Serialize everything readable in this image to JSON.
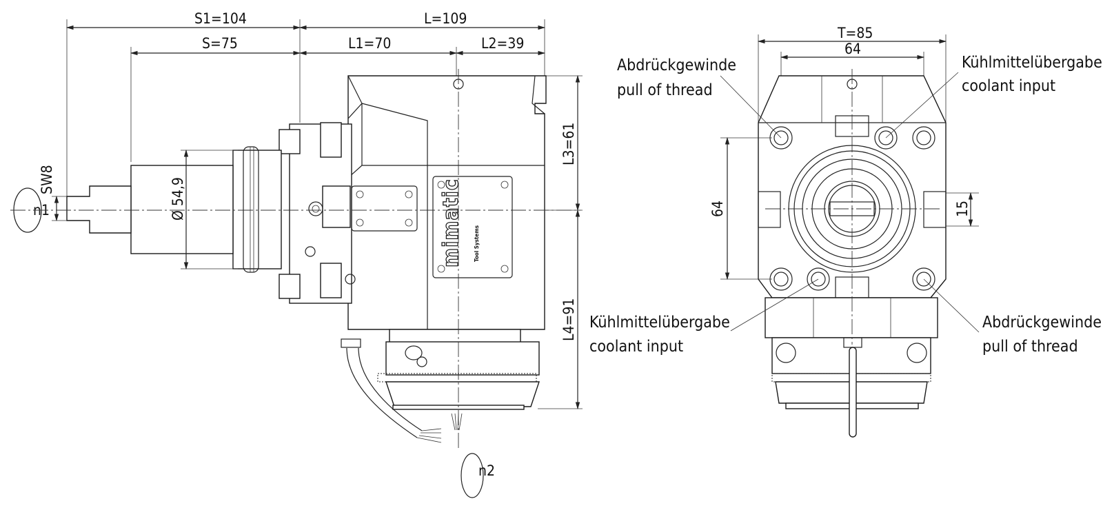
{
  "side_view": {
    "dim_s1": "S1=104",
    "dim_s": "S=75",
    "dim_l": "L=109",
    "dim_l1": "L1=70",
    "dim_l2": "L2=39",
    "dim_l3": "L3=61",
    "dim_l4": "L4=91",
    "dim_diameter": "Ø 54,9",
    "dim_sw": "SW8",
    "rot_n1": "n1",
    "rot_n2": "n2",
    "brand": "mimatic",
    "brand_sub": "Tool Systems"
  },
  "front_view": {
    "dim_t": "T=85",
    "dim_64_top": "64",
    "dim_64_side": "64",
    "dim_15": "15",
    "label_thread_de_left": "Abdrückgewinde",
    "label_thread_en_left": "pull of thread",
    "label_coolant_de_top": "Kühlmittelübergabe",
    "label_coolant_en_top": "coolant input",
    "label_coolant_de_bottom": "Kühlmittelübergabe",
    "label_coolant_en_bottom": "coolant input",
    "label_thread_de_right": "Abdrückgewinde",
    "label_thread_en_right": "pull of thread"
  },
  "colors": {
    "line": "#222222",
    "background": "#ffffff"
  }
}
